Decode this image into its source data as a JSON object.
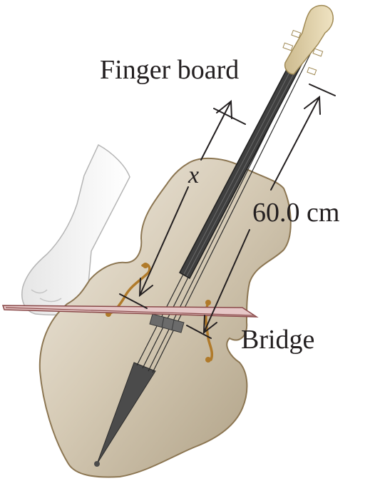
{
  "labels": {
    "finger_board": "Finger board",
    "length": "60.0 cm",
    "bridge": "Bridge",
    "distance_variable": "x"
  },
  "colors": {
    "body_light": "#eae3d6",
    "body_mid": "#cfc3ad",
    "body_dark": "#a7987c",
    "outline": "#8c7652",
    "fingerboard": "#3c3c3c",
    "bow_stick": "#8a4a4a",
    "f_hole": "#b07a2a",
    "line": "#231f20"
  }
}
